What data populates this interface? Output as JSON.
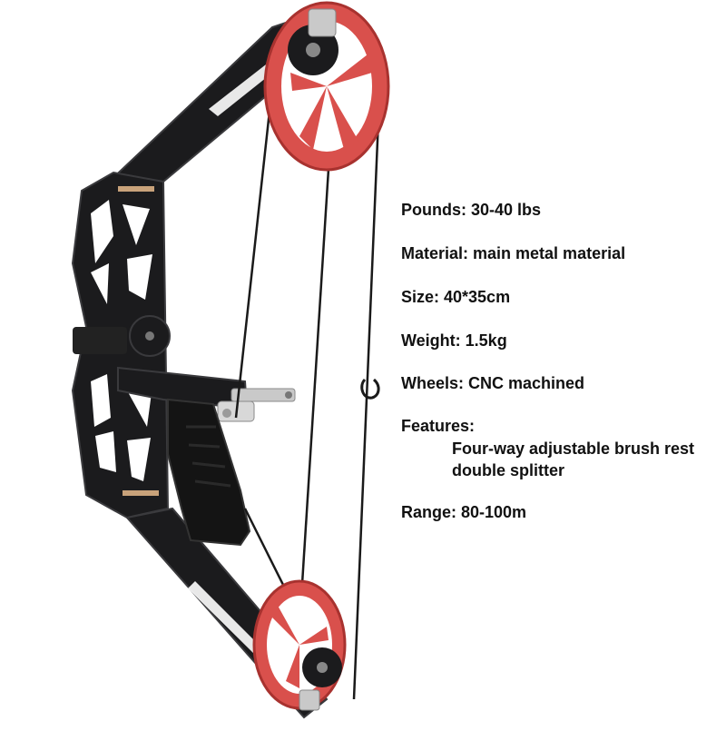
{
  "product": {
    "name": "compound-bow",
    "colors": {
      "frame": "#1b1b1d",
      "frame_edge": "#3a3a3d",
      "cam": "#d9504c",
      "cam_dark": "#a8322f",
      "cable": "#1a1a1a",
      "metal": "#c9c9c9"
    }
  },
  "specs": {
    "pounds": "Pounds: 30-40 lbs",
    "material": "Material: main metal material",
    "size": "Size: 40*35cm",
    "weight": "Weight: 1.5kg",
    "wheels": "Wheels: CNC machined",
    "features_heading": "Features:",
    "features": [
      "Four-way adjustable brush rest",
      "double splitter"
    ],
    "range": "Range: 80-100m"
  }
}
